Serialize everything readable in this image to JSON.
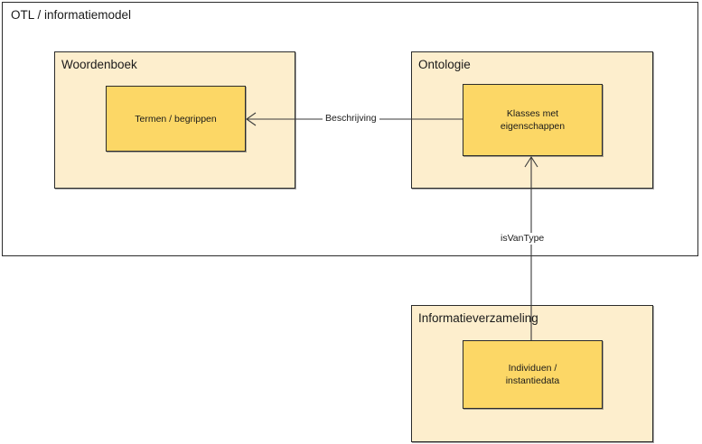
{
  "diagram": {
    "title": "OTL / informatiemodel",
    "colors": {
      "group_fill": "#fdeecd",
      "inner_fill": "#fcd766",
      "border": "#2b2b2b",
      "connector": "#3a3a3a",
      "background": "#ffffff"
    },
    "container": {
      "label": "OTL / informatiemodel"
    },
    "groups": [
      {
        "id": "woordenboek",
        "title": "Woordenboek",
        "inner": {
          "id": "termen-begrippen",
          "label": "Termen / begrippen"
        }
      },
      {
        "id": "ontologie",
        "title": "Ontologie",
        "inner": {
          "id": "klasses-met-eigenschappen",
          "label": "Klasses met\neigenschappen"
        }
      },
      {
        "id": "informatieverzameling",
        "title": "Informatieverzameling",
        "inner": {
          "id": "individuen-instantiedata",
          "label": "Individuen /\ninstantiedata"
        }
      }
    ],
    "connectors": [
      {
        "id": "beschrijving",
        "label": "Beschrijving",
        "from": "klasses-met-eigenschappen",
        "to": "termen-begrippen",
        "direction": "left",
        "style": "open-arrow"
      },
      {
        "id": "isvantype",
        "label": "isVanType",
        "from": "individuen-instantiedata",
        "to": "klasses-met-eigenschappen",
        "direction": "up",
        "style": "open-arrow"
      }
    ]
  }
}
